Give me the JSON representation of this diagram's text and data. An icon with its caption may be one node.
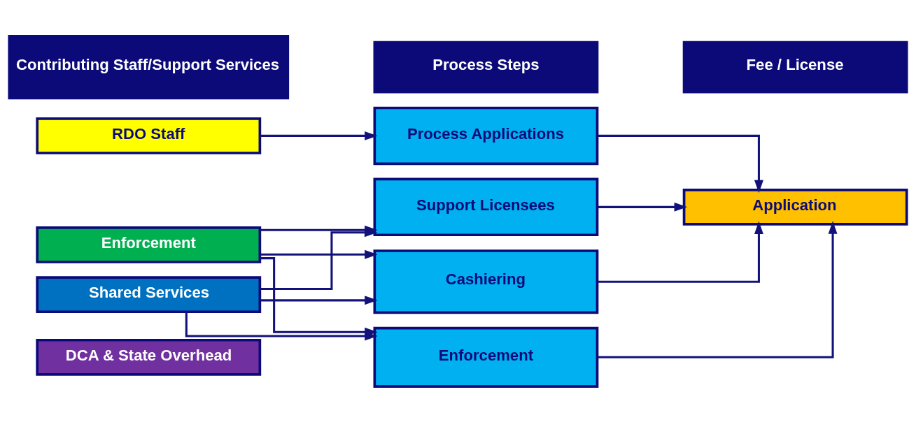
{
  "diagram": {
    "nodes": [
      {
        "text": [
          "Contributing Staff/Support Services"
        ]
      },
      {
        "text": [
          "Process Steps"
        ]
      },
      {
        "text": [
          "Fee / License"
        ]
      },
      {
        "text": [
          "RDO Staff"
        ]
      },
      {
        "text": [
          "Enforcement"
        ]
      },
      {
        "text": [
          "Shared Services"
        ]
      },
      {
        "text": [
          "DCA & State Overhead"
        ]
      },
      {
        "text": [
          "Process Applications"
        ]
      },
      {
        "text": [
          "Support Licensees"
        ]
      },
      {
        "text": [
          "Cashiering"
        ]
      },
      {
        "text": [
          "Enforcement"
        ]
      },
      {
        "text": [
          "Application"
        ]
      }
    ],
    "edges": [
      {
        "from": 3,
        "to": 7,
        "arrow": "to"
      },
      {
        "from": 4,
        "to": 8,
        "arrow": "to"
      },
      {
        "from": 4,
        "to": 9,
        "arrow": "to"
      },
      {
        "from": 4,
        "to": 10,
        "arrow": "to"
      },
      {
        "from": 5,
        "to": 8,
        "arrow": "to"
      },
      {
        "from": 5,
        "to": 9,
        "arrow": "to"
      },
      {
        "from": 5,
        "to": 10,
        "arrow": "to"
      },
      {
        "from": 7,
        "to": 11,
        "arrow": "to"
      },
      {
        "from": 8,
        "to": 11,
        "arrow": "to"
      },
      {
        "from": 9,
        "to": 11,
        "arrow": "to"
      },
      {
        "from": 10,
        "to": 11,
        "arrow": "to"
      }
    ]
  }
}
